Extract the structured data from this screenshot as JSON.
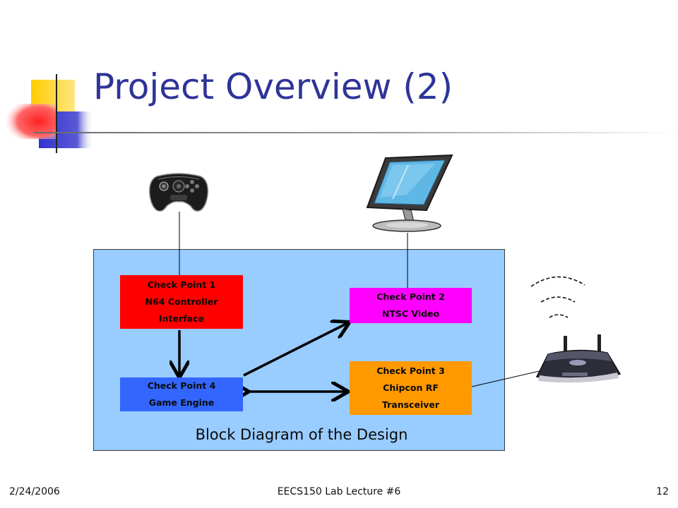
{
  "slide": {
    "title": "Project Overview (2)",
    "caption": "Block Diagram of the Design"
  },
  "blocks": {
    "cp1": {
      "lines": [
        "Check Point 1",
        "N64 Controller",
        "Interface"
      ],
      "color": "#ff0000"
    },
    "cp2": {
      "lines": [
        "Check Point 2",
        "NTSC Video"
      ],
      "color": "#ff00ff"
    },
    "cp3": {
      "lines": [
        "Check Point 3",
        "Chipcon RF",
        "Transceiver"
      ],
      "color": "#ff9900"
    },
    "cp4": {
      "lines": [
        "Check Point 4",
        "Game Engine"
      ],
      "color": "#3366ff"
    }
  },
  "icons": {
    "controller": "game-controller-icon",
    "monitor": "monitor-icon",
    "router": "wireless-router-icon",
    "signal": "wireless-signal-icon"
  },
  "footer": {
    "date": "2/24/2006",
    "course": "EECS150 Lab Lecture #6",
    "page": "12"
  },
  "theme": {
    "title_color": "#2f3499",
    "panel_color": "#99ccff",
    "deco_yellow": "#ffcc00",
    "deco_blue": "#3333cc",
    "deco_red": "#ff3333"
  }
}
